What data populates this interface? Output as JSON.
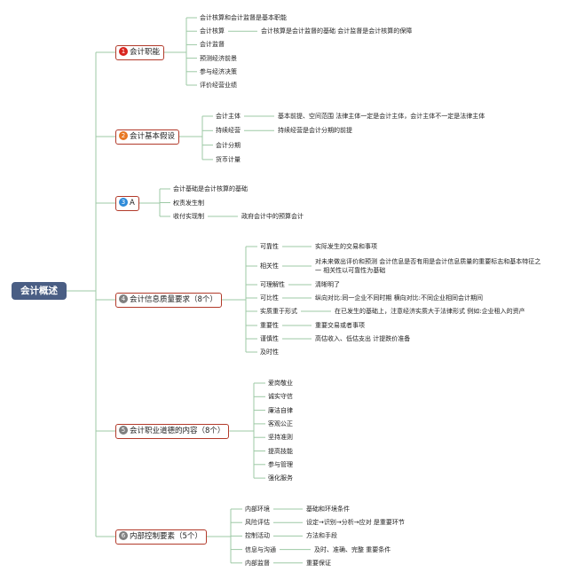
{
  "root": "会计概述",
  "colors": {
    "line": "#9dc9a5",
    "box_border": "#b23a2a",
    "root_bg": "#4a5e84"
  },
  "branches": [
    {
      "num": "1",
      "color": "#d9241e",
      "label": "会计职能",
      "items": [
        "会计核算和会计监督是基本职能",
        "会计核算",
        "会计监督",
        "预测经济前景",
        "参与经济决策",
        "评价经营业绩"
      ],
      "details": [
        "",
        "会计核算是会计监督的基础 会计监督是会计核算的保障",
        "",
        "",
        "",
        ""
      ]
    },
    {
      "num": "2",
      "color": "#e87722",
      "label": "会计基本假设",
      "items": [
        "会计主体",
        "持续经营",
        "会计分期",
        "货币计量"
      ],
      "details": [
        "基本前提、空间范围 法律主体一定是会计主体，会计主体不一定是法律主体",
        "持续经营是会计分期的前提",
        "",
        ""
      ]
    },
    {
      "num": "3",
      "color": "#2e8bd9",
      "label": "A",
      "items": [
        "会计基础是会计核算的基础",
        "权责发生制",
        "收付实现制"
      ],
      "details": [
        "",
        "",
        "政府会计中的预算会计"
      ]
    },
    {
      "num": "4",
      "color": "#7f7f7f",
      "label": "会计信息质量要求（8个）",
      "items": [
        "可靠性",
        "相关性",
        "可理解性",
        "可比性",
        "实质重于形式",
        "重要性",
        "谨慎性",
        "及时性"
      ],
      "details": [
        "实际发生的交易和事项",
        "对未来做出评价和预测 会计信息是否有用是会计信息质量的重要标志和基本特征之一 相关性以可靠性为基础",
        "清晰明了",
        "纵向对比:同一企业不同时期 横向对比:不同企业相同会计期间",
        "在已发生的基础上，注意经济实质大于法律形式 例如:企业租入的资产",
        "重要交易或者事项",
        "高估收入、低估支出 计提跌价准备",
        ""
      ]
    },
    {
      "num": "5",
      "color": "#7f7f7f",
      "label": "会计职业道德的内容（8个）",
      "items": [
        "爱岗敬业",
        "诚实守信",
        "廉洁自律",
        "客观公正",
        "坚持准则",
        "提高技能",
        "参与管理",
        "强化服务"
      ],
      "details": [
        "",
        "",
        "",
        "",
        "",
        "",
        "",
        ""
      ]
    },
    {
      "num": "6",
      "color": "#7f7f7f",
      "label": "内部控制要素（5个）",
      "items": [
        "内部环境",
        "风险评估",
        "控制活动",
        "信息与沟通",
        "内部监督"
      ],
      "details": [
        "基础和环境条件",
        "设定→识别→分析→应对 是重要环节",
        "方法和手段",
        "及时、准确、完整 重要条件",
        "重要保证"
      ]
    }
  ]
}
